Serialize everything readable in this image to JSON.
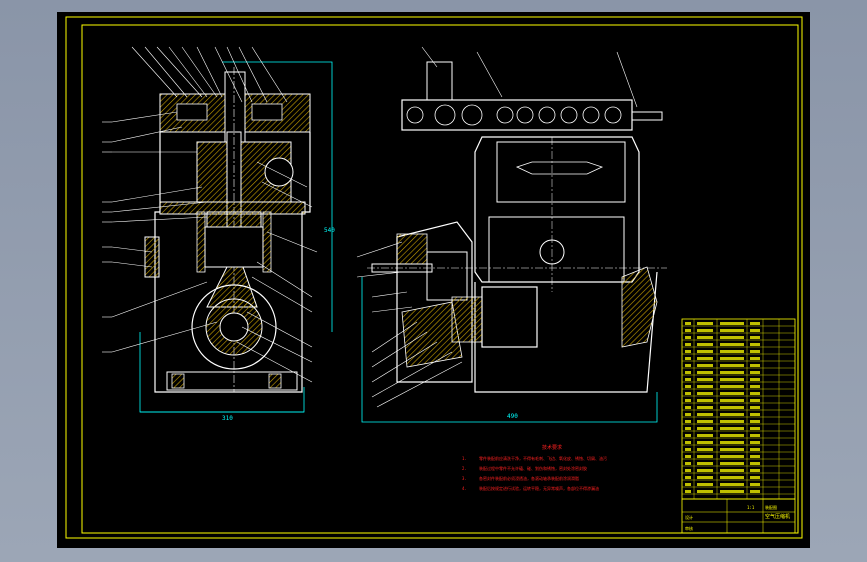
{
  "colors": {
    "background": "#000000",
    "frame": "#ffff00",
    "outline": "#ffffff",
    "dimension": "#00ffff",
    "hatch": "#c8a000",
    "notes": "#ff2020",
    "table_text": "#ffff00"
  },
  "drawing": {
    "left_view_dimension": "310",
    "right_view_dimension": "490",
    "height_dimension": "540",
    "notes_heading": "技术要求",
    "notes": [
      {
        "num": "1.",
        "text": "零件装配前应清洗干净，不得有毛刺、飞边、氧化皮、锈蚀、切屑、油污"
      },
      {
        "num": "2.",
        "text": "装配过程中零件不允许磕、碰、划伤和锈蚀，密封处涂密封胶"
      },
      {
        "num": "3.",
        "text": "各密封件装配前必须浸透油，各滚动轴承装配前涂润滑脂"
      },
      {
        "num": "4.",
        "text": "装配后按规定进行试验，运转平稳，无异常噪声，各部位不得渗漏油"
      }
    ]
  },
  "title_block": {
    "drawing_name": "空气压缩机",
    "scale": "1:1",
    "sheet": "装配图",
    "designer": "设计",
    "checker": "审核"
  }
}
